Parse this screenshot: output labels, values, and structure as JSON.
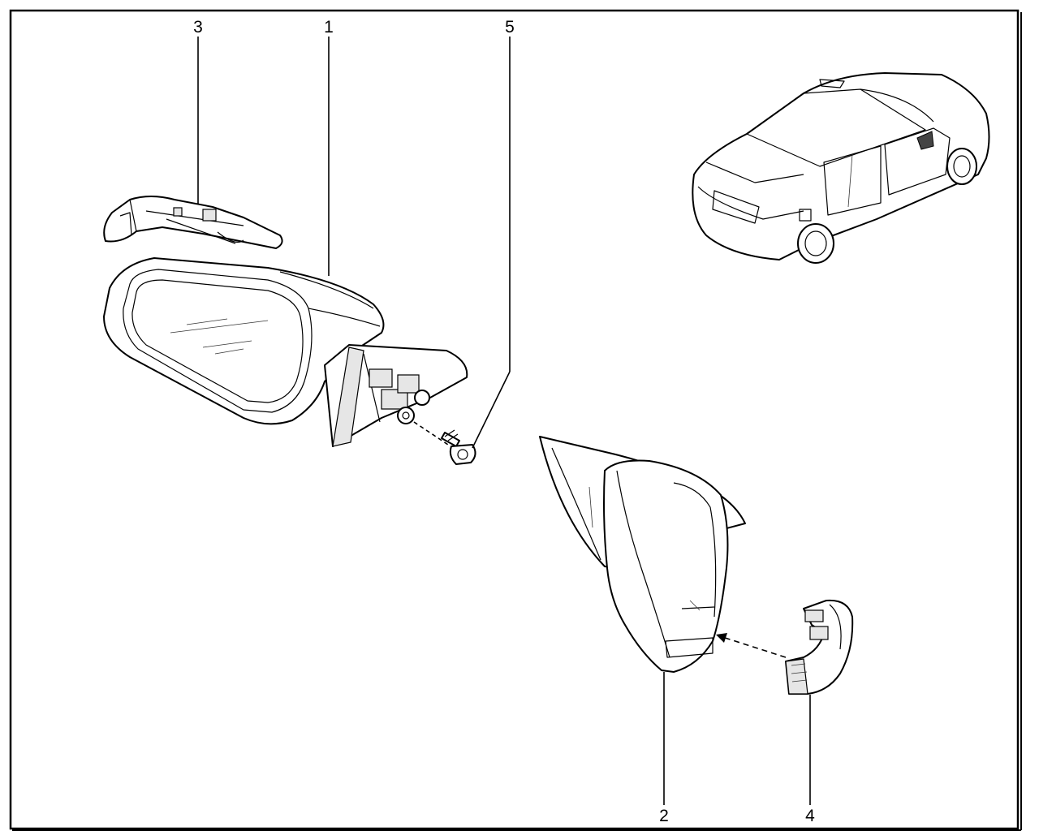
{
  "diagram": {
    "callouts": [
      {
        "id": "c1",
        "label": "1"
      },
      {
        "id": "c2",
        "label": "2"
      },
      {
        "id": "c3",
        "label": "3"
      },
      {
        "id": "c4",
        "label": "4"
      },
      {
        "id": "c5",
        "label": "5"
      }
    ]
  }
}
